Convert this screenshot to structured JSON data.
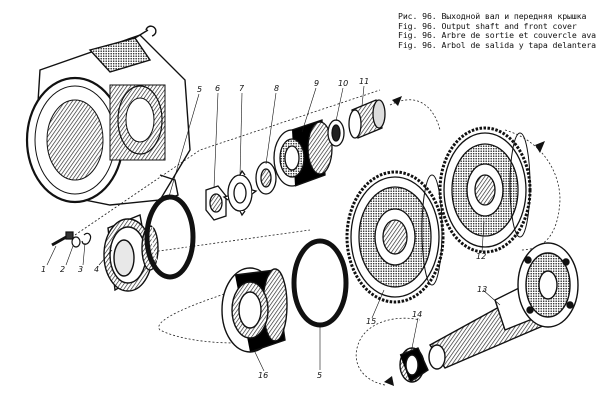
{
  "caption": [
    "Рис. 96. Выходной вал и передняя крышка",
    "Fig. 96. Output shaft and front cover",
    "Fig. 96. Arbre de sortie et couvercle avant",
    "Fig. 96. Arbol de salida y tapa delantera"
  ],
  "labels": {
    "n1": "1",
    "n2": "2",
    "n3": "3",
    "n4": "4",
    "n5a": "5",
    "n5b": "5",
    "n6": "6",
    "n7": "7",
    "n8": "8",
    "n9": "9",
    "n10": "10",
    "n11": "11",
    "n12": "12",
    "n13": "13",
    "n14": "14",
    "n15": "15",
    "n16": "16"
  },
  "colors": {
    "ink": "#111111",
    "shade": "#3a3a3a",
    "paper": "#ffffff",
    "mid": "#8a8a8a"
  }
}
